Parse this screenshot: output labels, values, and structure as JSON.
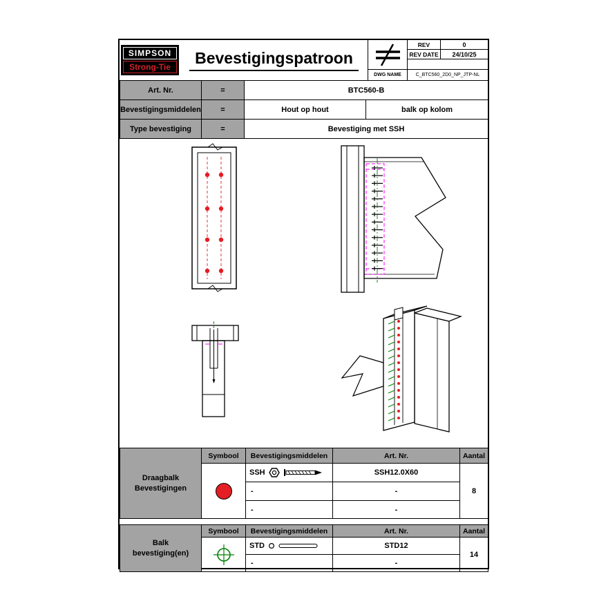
{
  "colors": {
    "brand_red": "#d2232a",
    "symbol_red": "#e31e24",
    "magenta": "#ff00ff",
    "green": "#008000",
    "header_gray": "#a3a3a3"
  },
  "header": {
    "logo_line1": "SIMPSON",
    "logo_line2": "Strong-Tie",
    "title": "Bevestigingspatroon",
    "rev_label": "REV",
    "rev_value": "0",
    "rev_date_label": "REV DATE",
    "rev_date_value": "24/10/25",
    "dwg_name_label": "DWG NAME",
    "dwg_name_value": "C_BTC560_2D0_NP_JTP-NL"
  },
  "info": {
    "art_label": "Art. Nr.",
    "art_eq": "=",
    "art_value": "BTC560-B",
    "middelen_label": "Bevestigingsmiddelen",
    "middelen_eq": "=",
    "middelen_value1": "Hout op hout",
    "middelen_value2": "balk op kolom",
    "type_label": "Type bevestiging",
    "type_eq": "=",
    "type_value": "Bevestiging met SSH"
  },
  "table1": {
    "group_line1": "Draagbalk",
    "group_line2": "Bevestigingen",
    "headers": {
      "symbool": "Symbool",
      "middelen": "Bevestigingsmiddelen",
      "art": "Art. Nr.",
      "aantal": "Aantal"
    },
    "row1": {
      "code": "SSH",
      "art": "SSH12.0X60"
    },
    "row2": {
      "code": "-",
      "art": "-"
    },
    "row3": {
      "code": "-",
      "art": "-"
    },
    "aantal": "8"
  },
  "table2": {
    "group_line1": "Balk",
    "group_line2": "bevestiging(en)",
    "headers": {
      "symbool": "Symbool",
      "middelen": "Bevestigingsmiddelen",
      "art": "Art. Nr.",
      "aantal": "Aantal"
    },
    "row1": {
      "code": "STD",
      "art": "STD12"
    },
    "row2": {
      "code": "-",
      "art": "-"
    },
    "aantal": "14"
  }
}
